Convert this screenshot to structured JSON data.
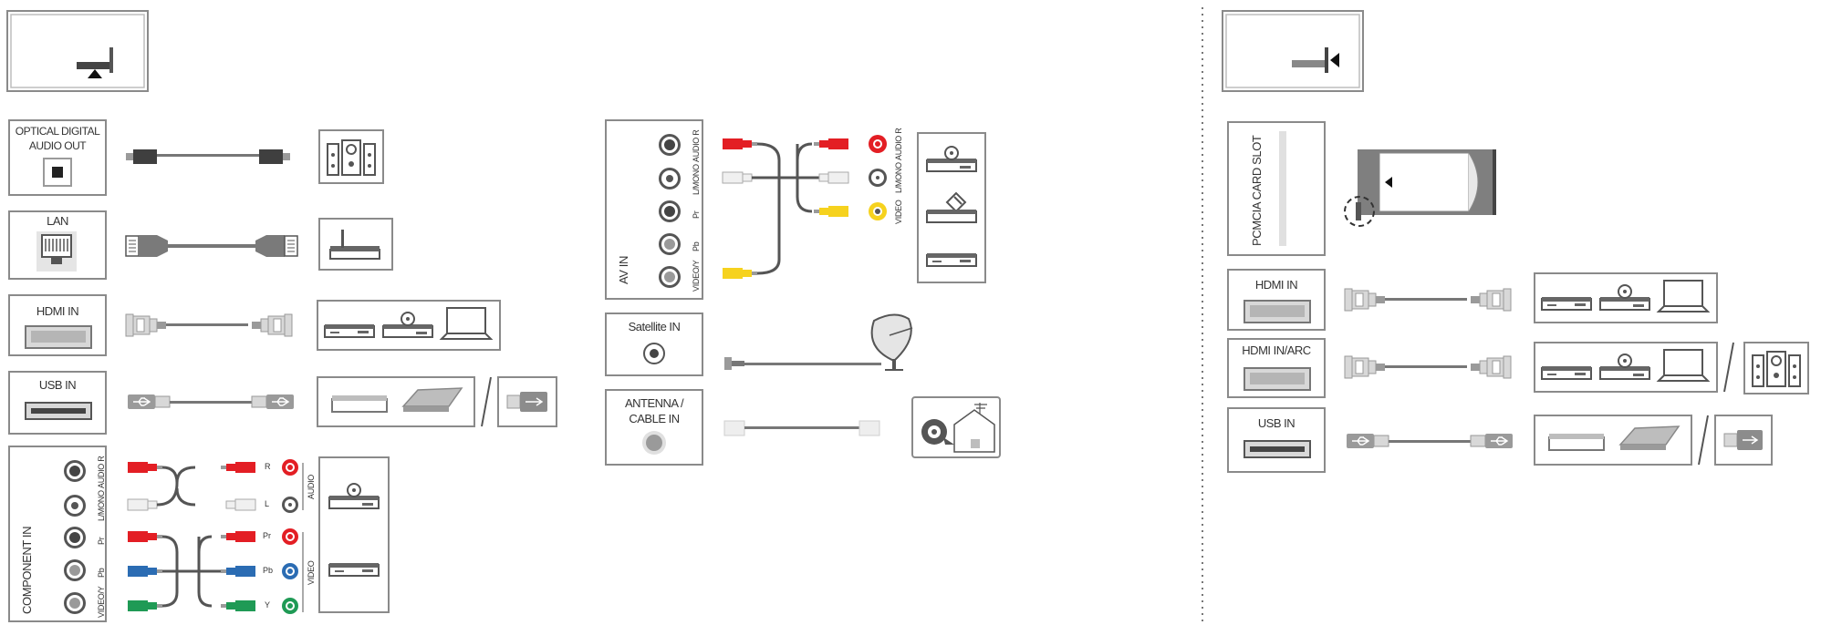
{
  "left_panel": {
    "optical": {
      "label_line1": "OPTICAL DIGITAL",
      "label_line2": "AUDIO OUT"
    },
    "lan": {
      "label": "LAN"
    },
    "hdmi": {
      "label": "HDMI IN"
    },
    "usb": {
      "label": "USB IN"
    },
    "component": {
      "label": "COMPONENT IN",
      "jacks": [
        "AUDIO R",
        "L/MONO",
        "Pr",
        "Pb",
        "VIDEO/Y"
      ],
      "right_letters": [
        "R",
        "L",
        "Pr",
        "Pb",
        "Y"
      ],
      "group_audio": "AUDIO",
      "group_video": "VIDEO"
    }
  },
  "middle_panel": {
    "avin": {
      "label": "AV IN",
      "jacks": [
        "AUDIO R",
        "L/MONO",
        "Pr",
        "Pb",
        "VIDEO/Y"
      ],
      "device_jacks": [
        "AUDIO R",
        "L/MONO",
        "VIDEO"
      ]
    },
    "satellite": {
      "label": "Satellite IN"
    },
    "antenna": {
      "label_line1": "ANTENNA /",
      "label_line2": "CABLE IN"
    }
  },
  "right_panel": {
    "pcmcia": {
      "label": "PCMCIA CARD SLOT"
    },
    "hdmi": {
      "label": "HDMI IN"
    },
    "hdmi_arc": {
      "label": "HDMI IN/ARC"
    },
    "usb": {
      "label": "USB IN"
    }
  },
  "colors": {
    "red": "#e31e24",
    "white": "#f0f0f0",
    "yellow": "#f6d21e",
    "blue": "#2b6cb3",
    "green": "#1f9a55",
    "grey": "#8c8c8c",
    "dark": "#3d3d3d",
    "panel_border": "#8a8a8a"
  }
}
